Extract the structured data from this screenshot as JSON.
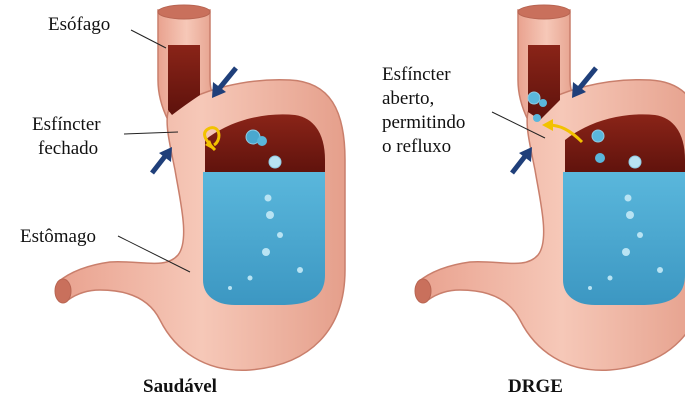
{
  "left_panel": {
    "labels": {
      "esophagus": "Esófago",
      "sphincter_line1": "Esfíncter",
      "sphincter_line2": "fechado",
      "stomach": "Estômago"
    },
    "caption": "Saudável"
  },
  "right_panel": {
    "labels": {
      "sphincter_line1": "Esfíncter",
      "sphincter_line2": "aberto,",
      "sphincter_line3": "permitindo",
      "sphincter_line4": "o refluxo"
    },
    "caption": "DRGE"
  },
  "colors": {
    "stomach_wall": "#f2b9a8",
    "wall_shadow": "#d98c78",
    "lumen_dark": "#7a1c14",
    "acid_liquid": "#4aa8cf",
    "bubble": "#b8e3f3",
    "arrow": "#1f3f7a",
    "flow_arrow": "#f2c200"
  }
}
